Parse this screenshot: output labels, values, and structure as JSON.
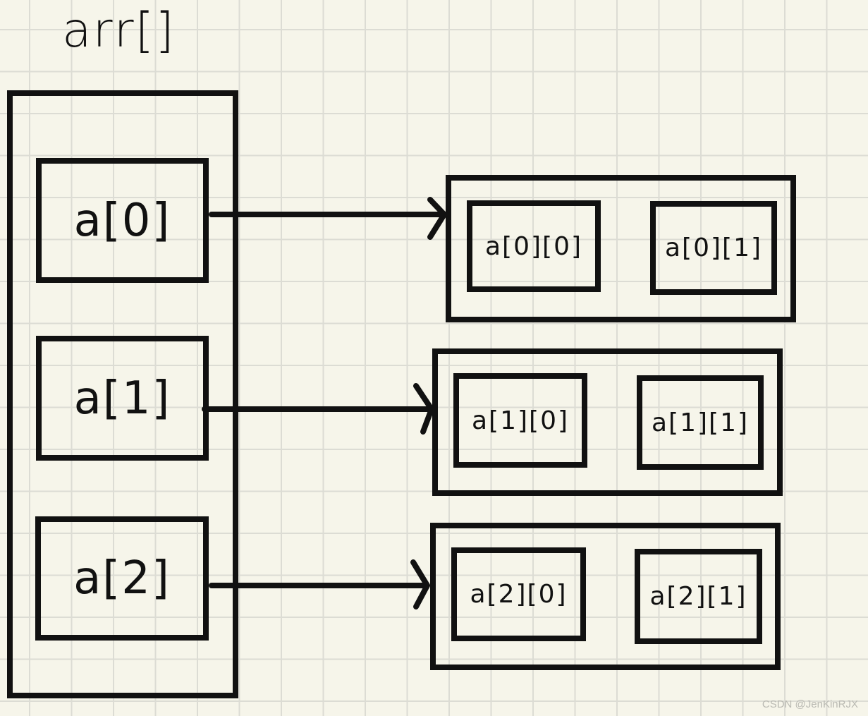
{
  "title": "arr[]",
  "outer_array": {
    "items": [
      "a[0]",
      "a[1]",
      "a[2]"
    ]
  },
  "rows": [
    {
      "cells": [
        "a[0][0]",
        "a[0][1]"
      ]
    },
    {
      "cells": [
        "a[1][0]",
        "a[1][1]"
      ]
    },
    {
      "cells": [
        "a[2][0]",
        "a[2][1]"
      ]
    }
  ],
  "watermark": "CSDN @JenKinRJX",
  "colors": {
    "background": "#f6f5ea",
    "grid": "#dcdcd4",
    "ink": "#111111"
  }
}
